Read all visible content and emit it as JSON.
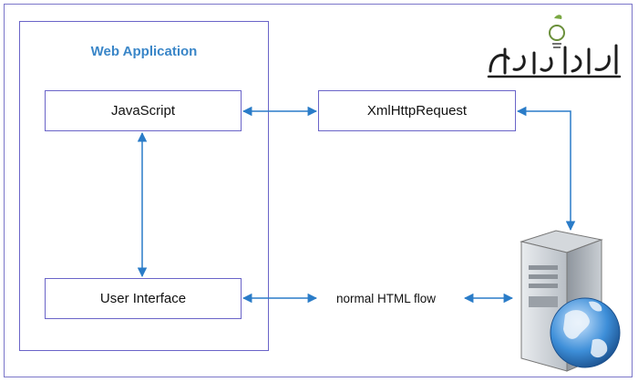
{
  "diagram": {
    "app_title": "Web Application",
    "nodes": {
      "javascript": "JavaScript",
      "xhr": "XmlHttpRequest",
      "ui": "User Interface"
    },
    "flow_label": "normal HTML flow"
  },
  "colors": {
    "frame": "#7b76c9",
    "box_border": "#6a64c8",
    "arrow": "#2a7cc8",
    "title": "#3a86c8"
  },
  "icons": [
    "logo-icon",
    "server-globe-icon"
  ]
}
